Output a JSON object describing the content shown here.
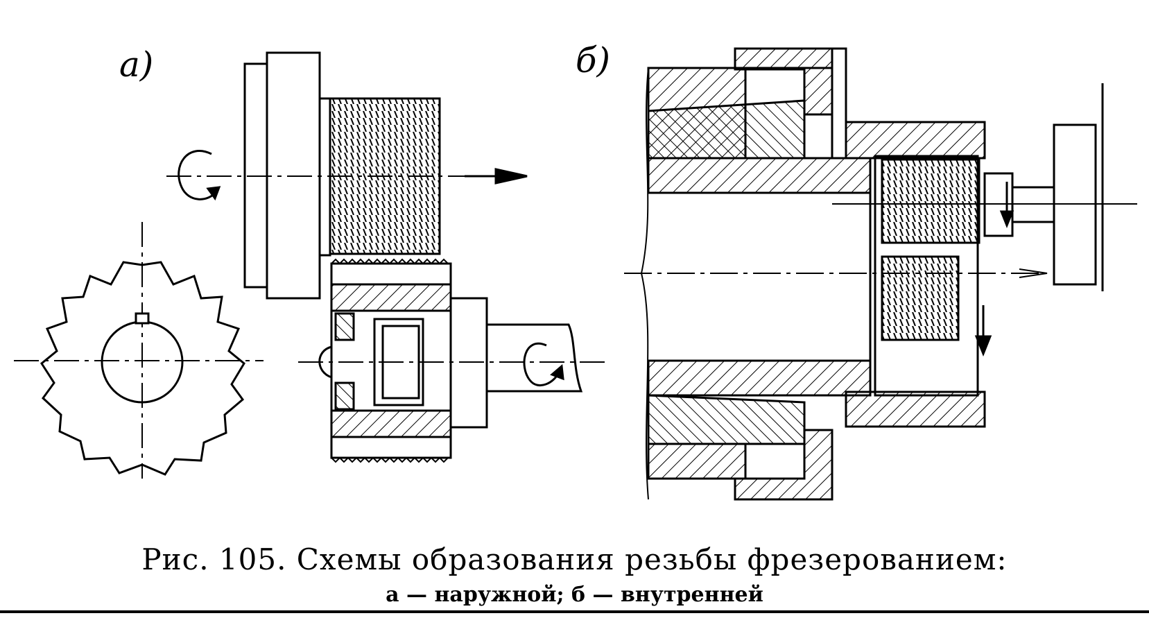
{
  "figure": {
    "label_a": "а)",
    "label_b": "б)",
    "caption_title": "Рис. 105. Схемы образования резьбы фрезерованием:",
    "caption_legend": "а — наружной; б — внутренней"
  }
}
